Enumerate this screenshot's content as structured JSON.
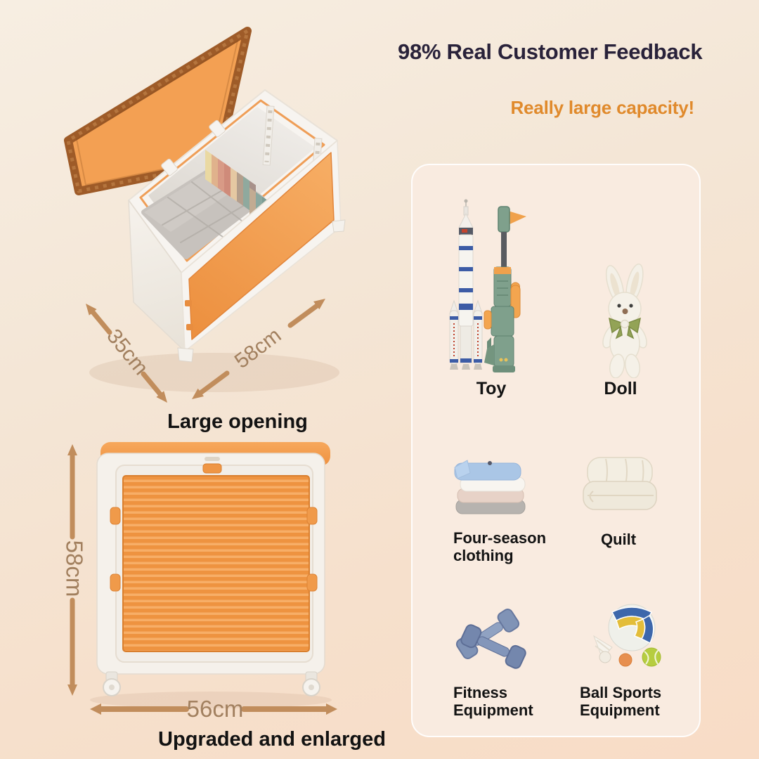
{
  "headline": {
    "title": "98% Real Customer Feedback",
    "subtitle": "Really large capacity!"
  },
  "open_box": {
    "caption": "Large opening",
    "depth_label": "35cm",
    "width_label": "58cm"
  },
  "folded_box": {
    "caption": "Upgraded and enlarged",
    "height_label": "58cm",
    "width_label": "56cm"
  },
  "capacity_card": {
    "items": [
      {
        "label": "Toy",
        "icon": "toy-rocket-and-gun"
      },
      {
        "label": "Doll",
        "icon": "plush-bunny"
      },
      {
        "label": "Four-season clothing",
        "icon": "folded-clothes-stack"
      },
      {
        "label": "Quilt",
        "icon": "folded-quilt"
      },
      {
        "label": "Fitness Equipment",
        "icon": "dumbbells"
      },
      {
        "label": "Ball Sports Equipment",
        "icon": "sports-balls"
      }
    ]
  },
  "colors": {
    "background_top": "#f7eee2",
    "background_bottom": "#f8dcc6",
    "card_background": "#f9ebe0",
    "headline_text": "#29223a",
    "accent_orange": "#e08a2c",
    "box_orange": "#f19a4b",
    "lid_frame_brown": "#9e5b28",
    "dimension_tan": "#a2805f",
    "arrow_tan": "#c18d5c",
    "label_black": "#131313"
  }
}
